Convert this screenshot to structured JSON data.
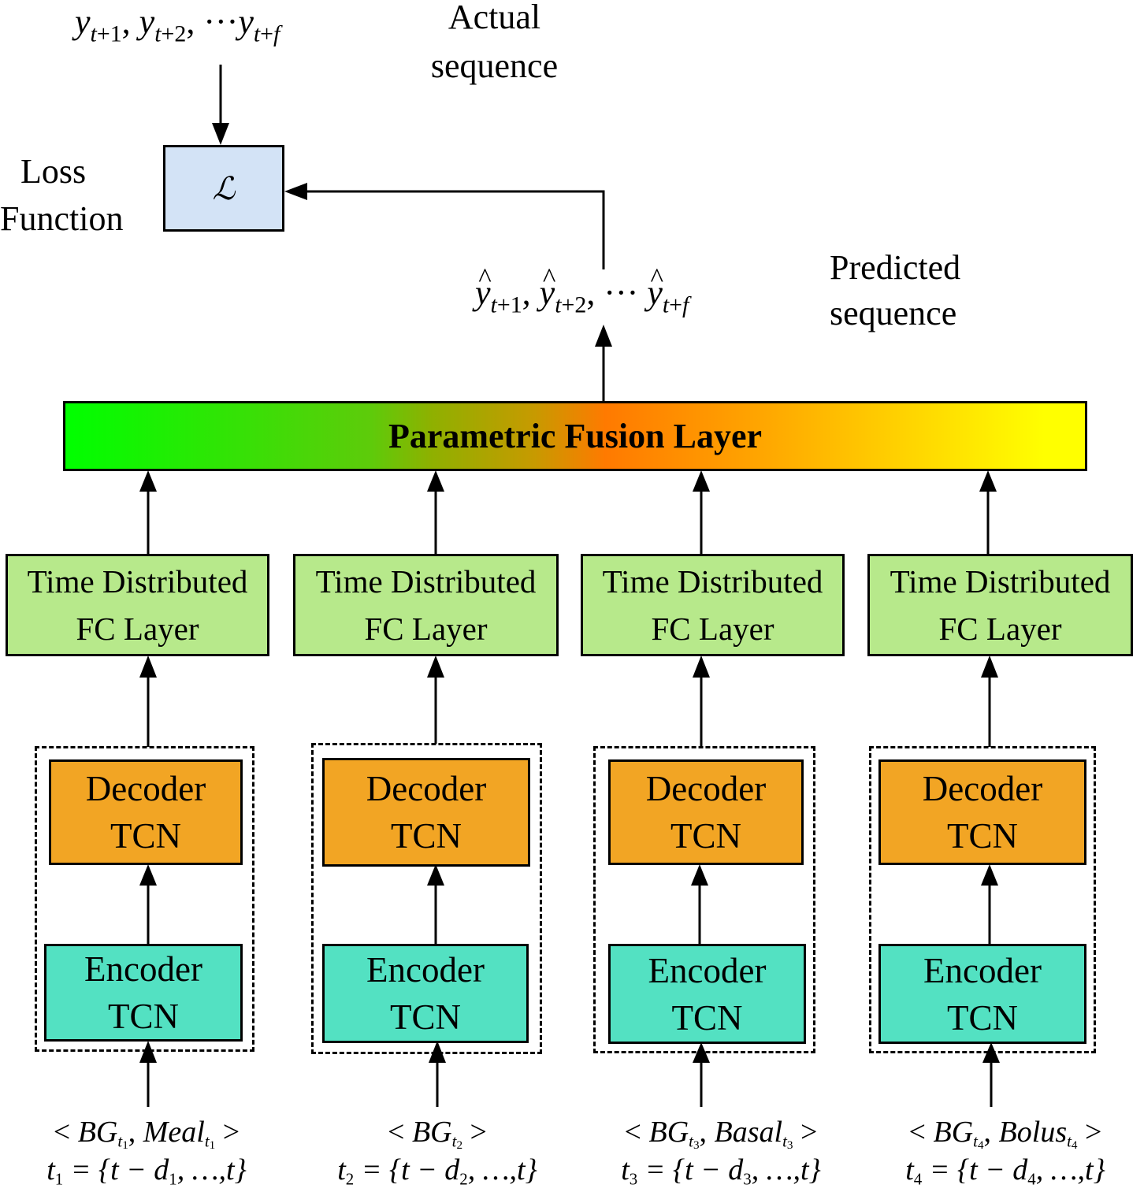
{
  "actual_sequence": {
    "label_line1": "Actual",
    "label_line2": "sequence",
    "formula": {
      "y1": "y",
      "y1_sub": "t+1",
      "y2": "y",
      "y2_sub": "t+2",
      "dots": "···",
      "yf": "y",
      "yf_sub": "t+f"
    }
  },
  "loss": {
    "label_line1": "Loss",
    "label_line2": "Function",
    "symbol": "ℒ"
  },
  "predicted_sequence": {
    "label_line1": "Predicted",
    "label_line2": "sequence",
    "formula": {
      "y1": "y",
      "y1_sub": "t+1",
      "y2": "y",
      "y2_sub": "t+2",
      "dots": "···",
      "yf": "y",
      "yf_sub": "t+f"
    }
  },
  "fusion_layer": {
    "label": "Parametric Fusion Layer",
    "gradient": [
      "#00ff00",
      "#ff7a00",
      "#ffff00"
    ]
  },
  "branches": [
    {
      "fc_line1": "Time Distributed",
      "fc_line2": "FC Layer",
      "decoder_line1": "Decoder",
      "decoder_line2": "TCN",
      "encoder_line1": "Encoder",
      "encoder_line2": "TCN",
      "input": {
        "open": "<",
        "bg": "BG",
        "bg_sub": "t",
        "bg_sub2": "1",
        "sep": ",",
        "var": "Meal",
        "var_sub": "t",
        "var_sub2": "1",
        "close": ">"
      },
      "range": {
        "t": "t",
        "t_sub": "1",
        "eq": " = {t − d",
        "d_sub": "1",
        "rest": ", …,t}"
      }
    },
    {
      "fc_line1": "Time Distributed",
      "fc_line2": "FC Layer",
      "decoder_line1": "Decoder",
      "decoder_line2": "TCN",
      "encoder_line1": "Encoder",
      "encoder_line2": "TCN",
      "input": {
        "open": "<",
        "bg": "BG",
        "bg_sub": "t",
        "bg_sub2": "2",
        "sep": "",
        "var": "",
        "var_sub": "",
        "var_sub2": "",
        "close": ">"
      },
      "range": {
        "t": "t",
        "t_sub": "2",
        "eq": " = {t − d",
        "d_sub": "2",
        "rest": ", …,t}"
      }
    },
    {
      "fc_line1": "Time Distributed",
      "fc_line2": "FC Layer",
      "decoder_line1": "Decoder",
      "decoder_line2": "TCN",
      "encoder_line1": "Encoder",
      "encoder_line2": "TCN",
      "input": {
        "open": "<",
        "bg": "BG",
        "bg_sub": "t",
        "bg_sub2": "3",
        "sep": ",",
        "var": "Basal",
        "var_sub": "t",
        "var_sub2": "3",
        "close": ">"
      },
      "range": {
        "t": "t",
        "t_sub": "3",
        "eq": " = {t − d",
        "d_sub": "3",
        "rest": ", …,t}"
      }
    },
    {
      "fc_line1": "Time Distributed",
      "fc_line2": "FC Layer",
      "decoder_line1": "Decoder",
      "decoder_line2": "TCN",
      "encoder_line1": "Encoder",
      "encoder_line2": "TCN",
      "input": {
        "open": "<",
        "bg": "BG",
        "bg_sub": "t",
        "bg_sub2": "4",
        "sep": ",",
        "var": "Bolus",
        "var_sub": "t",
        "var_sub2": "4",
        "close": ">"
      },
      "range": {
        "t": "t",
        "t_sub": "4",
        "eq": " = {t − d",
        "d_sub": "4",
        "rest": ", …,t}"
      }
    }
  ],
  "colors": {
    "fc": "#b7e98b",
    "decoder": "#f2a524",
    "encoder": "#53e1c2",
    "loss": "#d3e3f6"
  }
}
